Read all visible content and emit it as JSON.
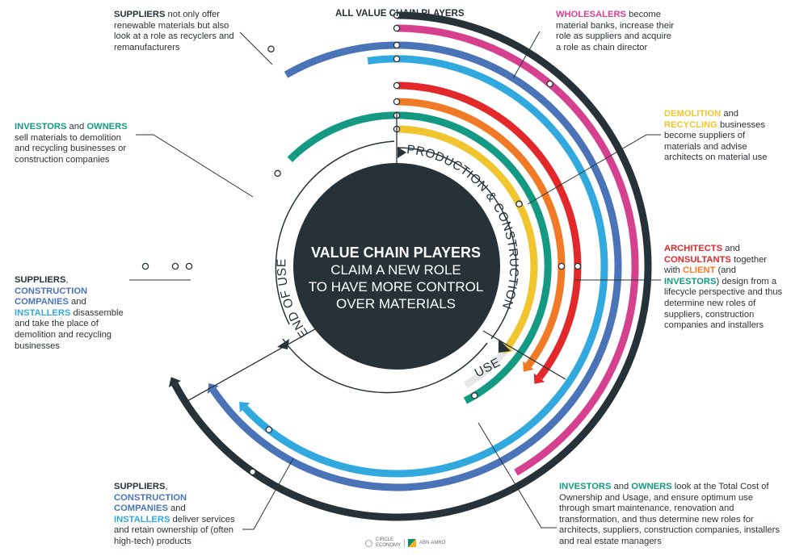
{
  "title": "ALL VALUE CHAIN PLAYERS",
  "center": {
    "line1": "VALUE CHAIN PLAYERS",
    "line2": "CLAIM A NEW ROLE",
    "line3": "TO HAVE MORE CONTROL",
    "line4": "OVER MATERIALS"
  },
  "phases": {
    "production": "PRODUCTION & CONSTRUCTION",
    "use": "USE",
    "end_of_use": "END OF USE"
  },
  "colors": {
    "dark": "#263238",
    "grey": "#e5e7e8",
    "pink": "#d6418f",
    "red": "#e2282a",
    "orange": "#f07a26",
    "yellow": "#f0c52e",
    "teal": "#149a82",
    "sky": "#31a9de",
    "blue": "#4a73b8"
  },
  "notes": {
    "suppliers_top": {
      "hl": "SUPPLIERS",
      "rest": " not only offer renewable materials but also look at a role as recyclers and remanufacturers"
    },
    "wholesalers": {
      "hl": "WHOLESALERS",
      "rest": " become material banks, increase their role as suppliers and acquire a role as chain director"
    },
    "investors_left": {
      "hl1": "INVESTORS",
      "mid": " and ",
      "hl2": "OWNERS",
      "rest": " sell materials to demolition and recycling businesses or construction companies"
    },
    "demolition": {
      "hl1": "DEMOLITION",
      "mid": " and ",
      "hl2": "RECYCLING",
      "rest": " businesses become suppliers of materials and advise architects on material use"
    },
    "suppliers_left": {
      "hl1": "SUPPLIERS",
      "sep": ",",
      "hl2": "CONSTRUCTION COMPANIES",
      "mid": " and ",
      "hl3": "INSTALLERS",
      "rest": " disassemble and take the place of demolition and recycling businesses"
    },
    "architects": {
      "hl1": "ARCHITECTS",
      "mid1": " and ",
      "hl2": "CONSULTANTS",
      "mid2": " together with ",
      "hl3": "CLIENT",
      "mid3": " (and ",
      "hl4": "INVESTORS",
      "rest": ") design from a lifecycle perspective and thus determine new roles of suppliers, construction companies and installers"
    },
    "suppliers_bottom": {
      "hl1": "SUPPLIERS",
      "sep": ", ",
      "hl2": "CONSTRUCTION COMPANIES",
      "mid": " and ",
      "hl3": "INSTALLERS",
      "rest": " deliver services and retain ownership of (often high-tech) products"
    },
    "investors_bottom": {
      "hl1": "INVESTORS",
      "mid": " and ",
      "hl2": "OWNERS",
      "rest": " look at the Total Cost of Ownership and Usage, and ensure optimum use through smart maintenance, renovation and transformation, and thus determine new roles for architects, suppliers, construction companies, installers and real estate managers"
    }
  },
  "logos": {
    "circle_line1": "CIRCLE",
    "circle_line2": "ECONOMY",
    "abn": "ABN·AMRO"
  }
}
